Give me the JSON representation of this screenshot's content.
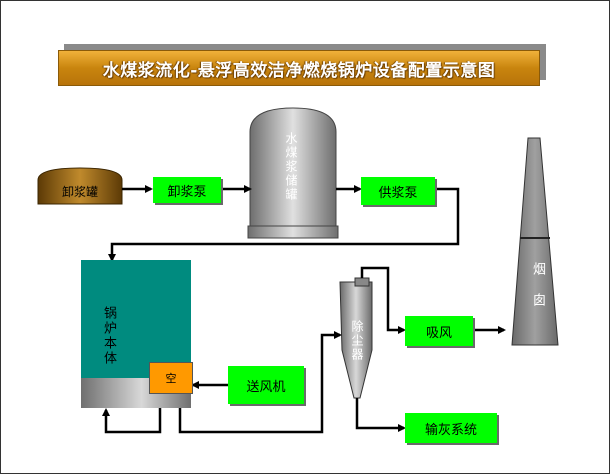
{
  "title": "水煤浆流化-悬浮高效洁净燃烧锅炉设备配置示意图",
  "nodes": {
    "unload_tank": "卸浆罐",
    "unload_pump": "卸浆泵",
    "storage_tank": "水煤浆储罐",
    "supply_pump": "供浆泵",
    "boiler": "锅炉本体",
    "air_preheater": "空",
    "blower": "送风机",
    "dust_collector": "除尘器",
    "induced_fan": "吸风",
    "ash_system": "输灰系统",
    "chimney": "烟囱"
  },
  "colors": {
    "box_fill": "#00ff00",
    "boiler_fill": "#008b7f",
    "preheater_fill": "#ff9900",
    "title_fill": "#d49a1e"
  }
}
